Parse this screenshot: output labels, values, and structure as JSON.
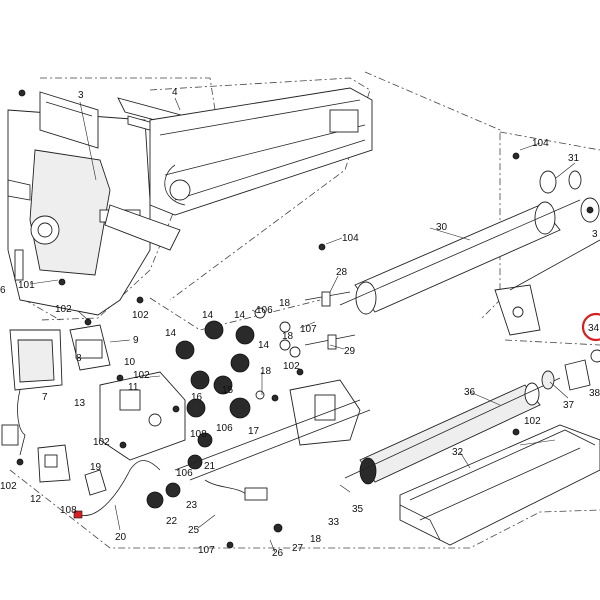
{
  "diagram": {
    "callouts": [
      {
        "id": "c3",
        "text": "3"
      },
      {
        "id": "c4",
        "text": "4"
      },
      {
        "id": "c6",
        "text": "6"
      },
      {
        "id": "c101",
        "text": "101"
      },
      {
        "id": "c104a",
        "text": "104"
      },
      {
        "id": "c104b",
        "text": "104"
      },
      {
        "id": "c31",
        "text": "31"
      },
      {
        "id": "c3r",
        "text": "3"
      },
      {
        "id": "c30",
        "text": "30"
      },
      {
        "id": "c28",
        "text": "28"
      },
      {
        "id": "c102a",
        "text": "102"
      },
      {
        "id": "c102b",
        "text": "102"
      },
      {
        "id": "c9",
        "text": "9"
      },
      {
        "id": "c8",
        "text": "8"
      },
      {
        "id": "c10",
        "text": "10"
      },
      {
        "id": "c102c",
        "text": "102"
      },
      {
        "id": "c11",
        "text": "11"
      },
      {
        "id": "c14a",
        "text": "14"
      },
      {
        "id": "c14b",
        "text": "14"
      },
      {
        "id": "c14c",
        "text": "14"
      },
      {
        "id": "c14d",
        "text": "14"
      },
      {
        "id": "c106a",
        "text": "106"
      },
      {
        "id": "c18a",
        "text": "18"
      },
      {
        "id": "c107a",
        "text": "107"
      },
      {
        "id": "c18b",
        "text": "18"
      },
      {
        "id": "c29",
        "text": "29"
      },
      {
        "id": "c7",
        "text": "7"
      },
      {
        "id": "c13",
        "text": "13"
      },
      {
        "id": "c15",
        "text": "15"
      },
      {
        "id": "c102d",
        "text": "102"
      },
      {
        "id": "c18c",
        "text": "18"
      },
      {
        "id": "c16",
        "text": "16"
      },
      {
        "id": "c106b",
        "text": "106"
      },
      {
        "id": "c17",
        "text": "17"
      },
      {
        "id": "c36",
        "text": "36"
      },
      {
        "id": "c37",
        "text": "37"
      },
      {
        "id": "c38",
        "text": "38"
      },
      {
        "id": "c34",
        "text": "34"
      },
      {
        "id": "c102e",
        "text": "102"
      },
      {
        "id": "c108a",
        "text": "108"
      },
      {
        "id": "c21",
        "text": "21"
      },
      {
        "id": "c106c",
        "text": "106"
      },
      {
        "id": "c102f",
        "text": "102"
      },
      {
        "id": "c19",
        "text": "19"
      },
      {
        "id": "c102g",
        "text": "102"
      },
      {
        "id": "c12",
        "text": "12"
      },
      {
        "id": "c108b",
        "text": "108"
      },
      {
        "id": "c23",
        "text": "23"
      },
      {
        "id": "c22",
        "text": "22"
      },
      {
        "id": "c20",
        "text": "20"
      },
      {
        "id": "c25",
        "text": "25"
      },
      {
        "id": "c107b",
        "text": "107"
      },
      {
        "id": "c26",
        "text": "26"
      },
      {
        "id": "c27",
        "text": "27"
      },
      {
        "id": "c18d",
        "text": "18"
      },
      {
        "id": "c33",
        "text": "33"
      },
      {
        "id": "c35",
        "text": "35"
      },
      {
        "id": "c32",
        "text": "32"
      },
      {
        "id": "c102h",
        "text": "102"
      }
    ],
    "highlight_color": "#d62020"
  }
}
